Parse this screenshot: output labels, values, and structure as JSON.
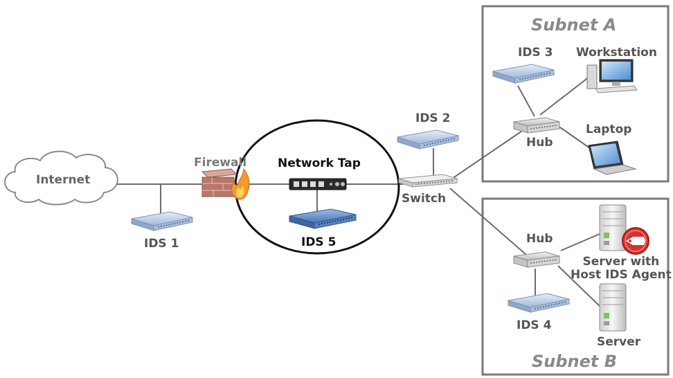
{
  "labels": {
    "internet": "Internet",
    "firewall": "Firewall",
    "network_tap": "Network Tap",
    "ids1": "IDS 1",
    "ids2": "IDS 2",
    "ids3": "IDS 3",
    "ids4": "IDS 4",
    "ids5": "IDS 5",
    "switch": "Switch",
    "hub_a": "Hub",
    "hub_b": "Hub",
    "workstation": "Workstation",
    "laptop": "Laptop",
    "server_host_ids": "Server with\nHost IDS Agent",
    "server": "Server",
    "subnet_a": "Subnet A",
    "subnet_b": "Subnet B"
  },
  "icons": {
    "cloud": "cloud-icon",
    "firewall": "firewall-icon",
    "tap": "network-tap-icon",
    "ids_device": "ids-device-icon",
    "switch": "switch-icon",
    "hub": "hub-icon",
    "workstation": "workstation-icon",
    "laptop": "laptop-icon",
    "server": "server-icon",
    "agent_badge": "host-ids-agent-badge-icon"
  },
  "colors": {
    "ids_blue": "#b9cde6",
    "ids5_blue": "#6f93c7",
    "line": "#6b6b6b",
    "box": "#7a7a7a",
    "agent_red": "#d8322f",
    "fire": "#f29a2e"
  }
}
